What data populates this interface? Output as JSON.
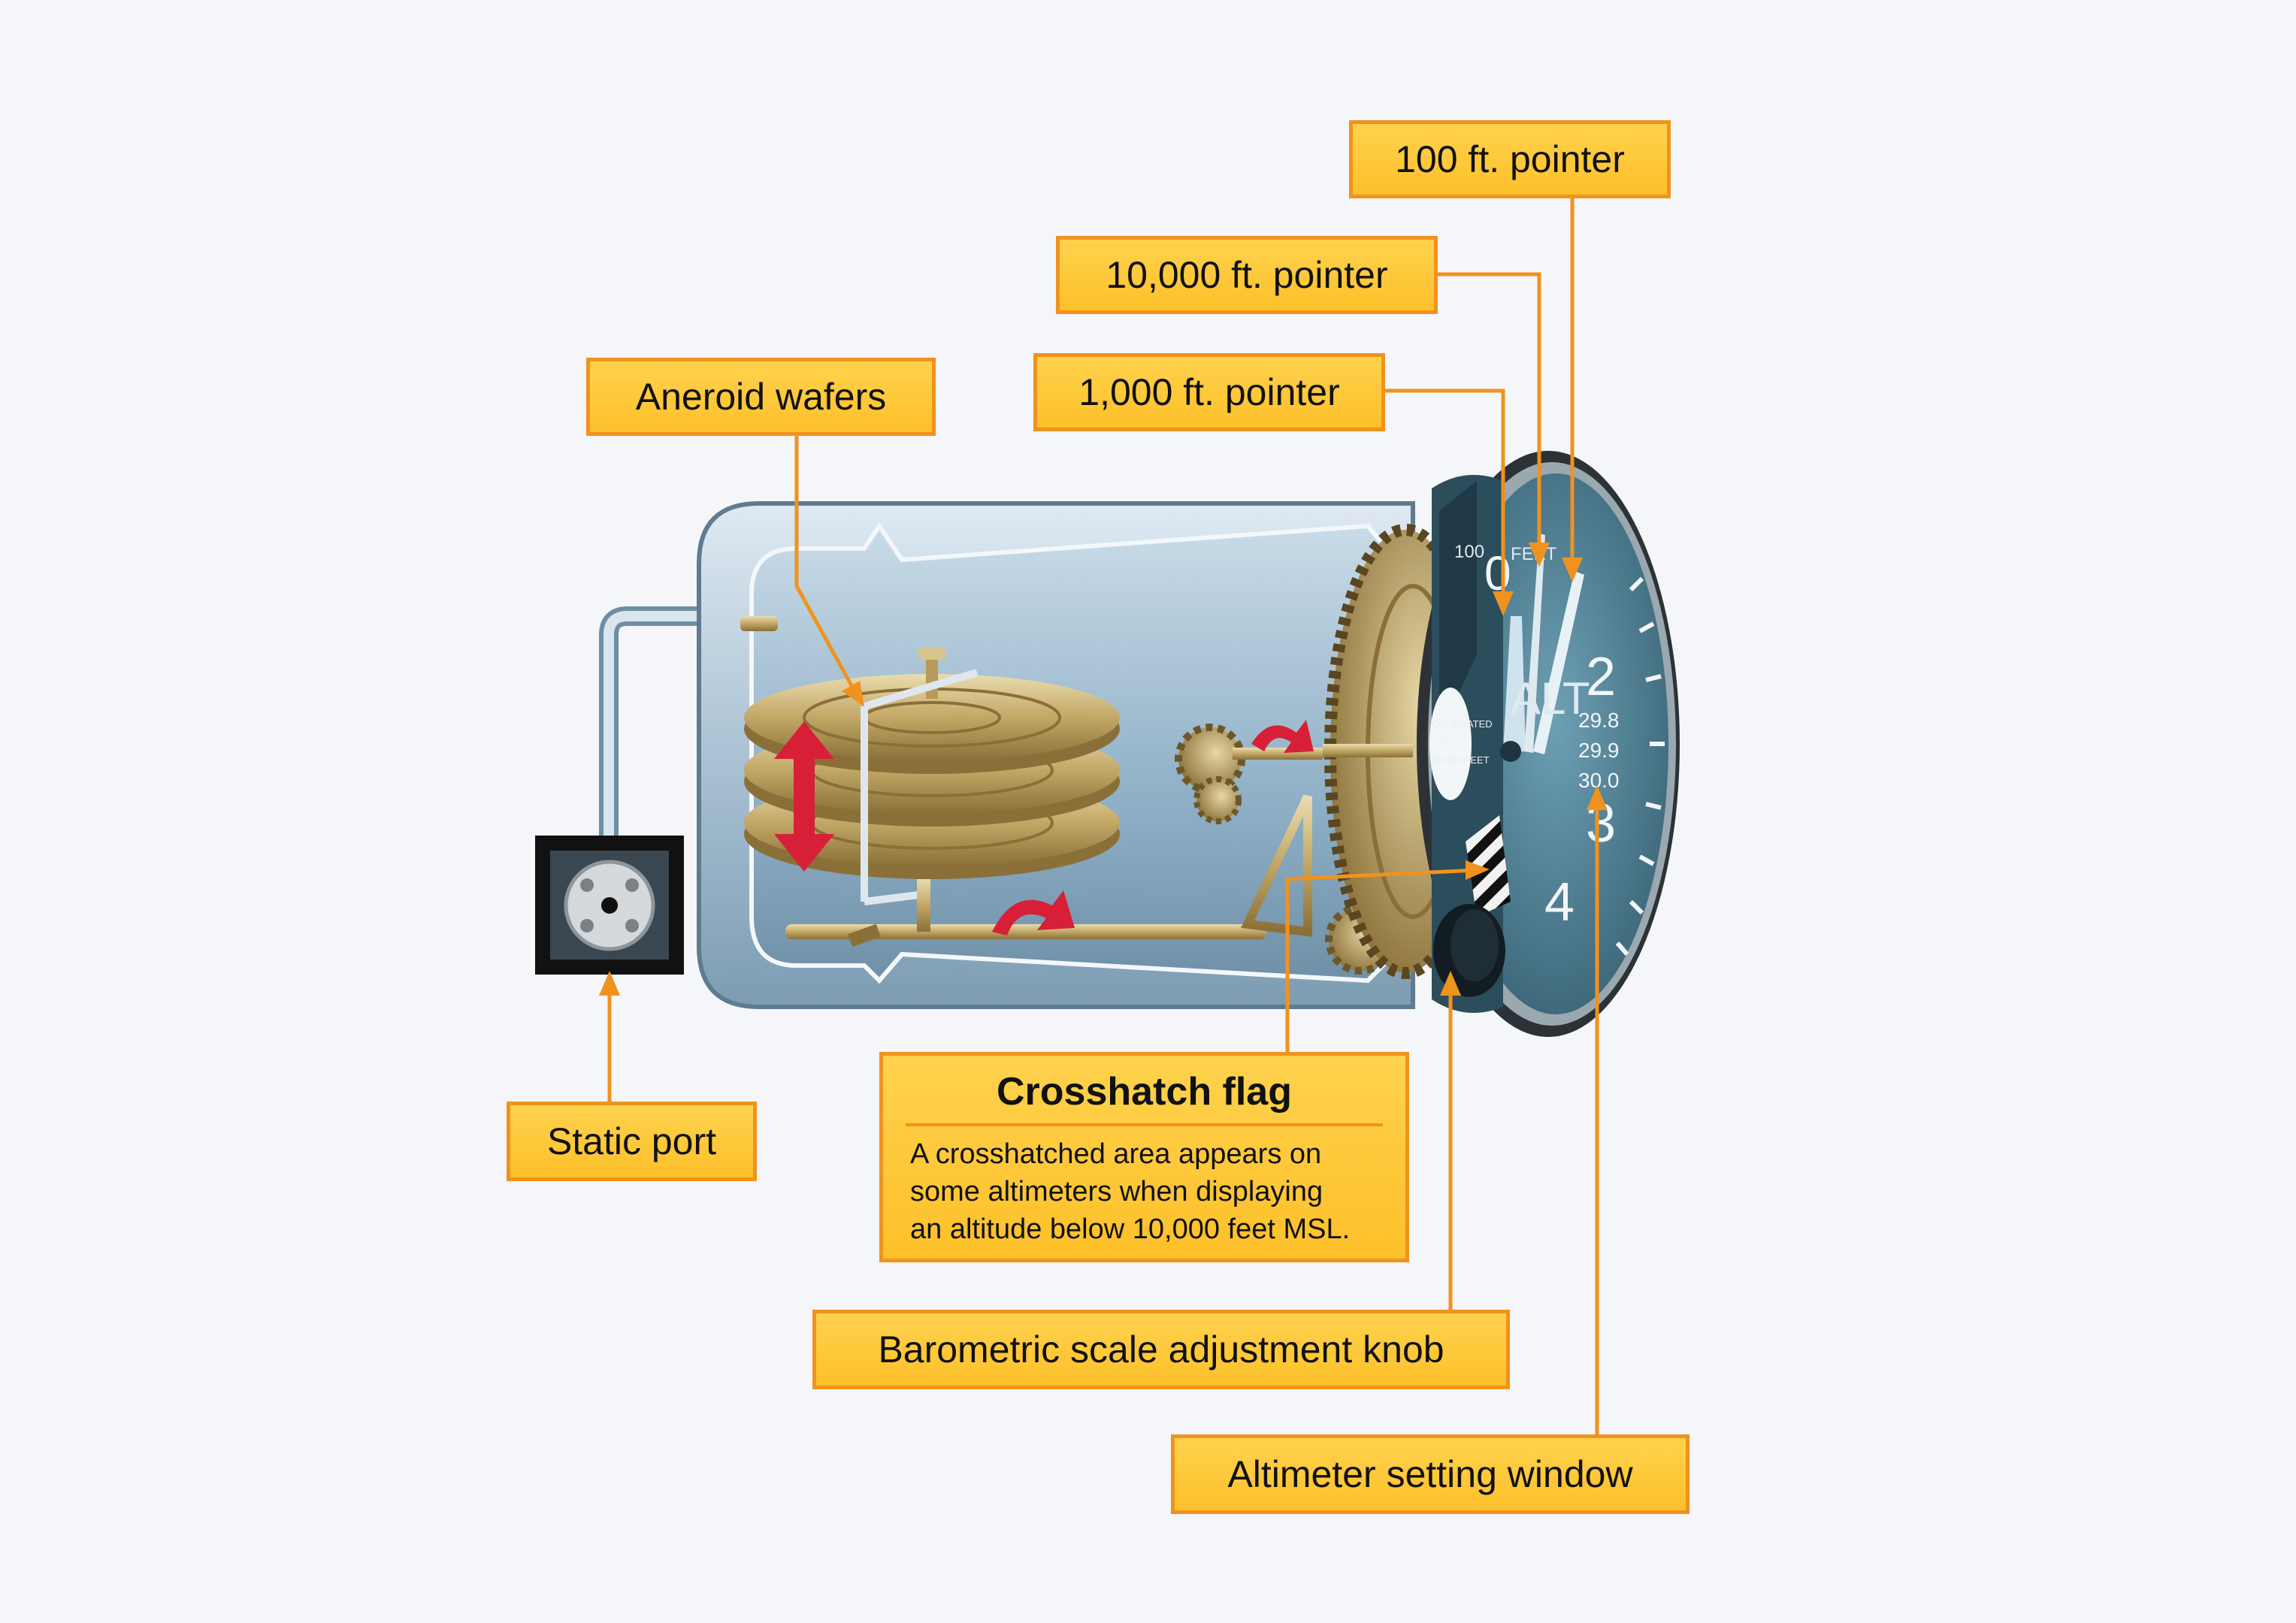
{
  "labels": {
    "pointer_100": "100 ft. pointer",
    "pointer_10000": "10,000 ft. pointer",
    "pointer_1000": "1,000 ft. pointer",
    "aneroid_wafers": "Aneroid wafers",
    "static_port": "Static port",
    "baro_knob": "Barometric scale adjustment knob",
    "setting_window": "Altimeter setting window"
  },
  "crosshatch": {
    "title": "Crosshatch flag",
    "lines": [
      "A crosshatched area appears on",
      "some altimeters when displaying",
      "an altitude below 10,000 feet MSL."
    ]
  },
  "dial": {
    "numerals": [
      "2",
      "3",
      "4",
      "0"
    ],
    "word": "ALT",
    "unit": "FEET",
    "hundreds": "100",
    "baro_values": [
      "29.8",
      "29.9",
      "30.0"
    ],
    "note_lines": [
      "CALIBRATED",
      "TO",
      "20,000 FEET"
    ]
  },
  "colors": {
    "label_fill": "#fdc02a",
    "label_border": "#f0921e",
    "leader": "#f0921e",
    "dial_face": "#4f7f92",
    "gold": "#c2a766",
    "arrow_red": "#d81f38"
  }
}
